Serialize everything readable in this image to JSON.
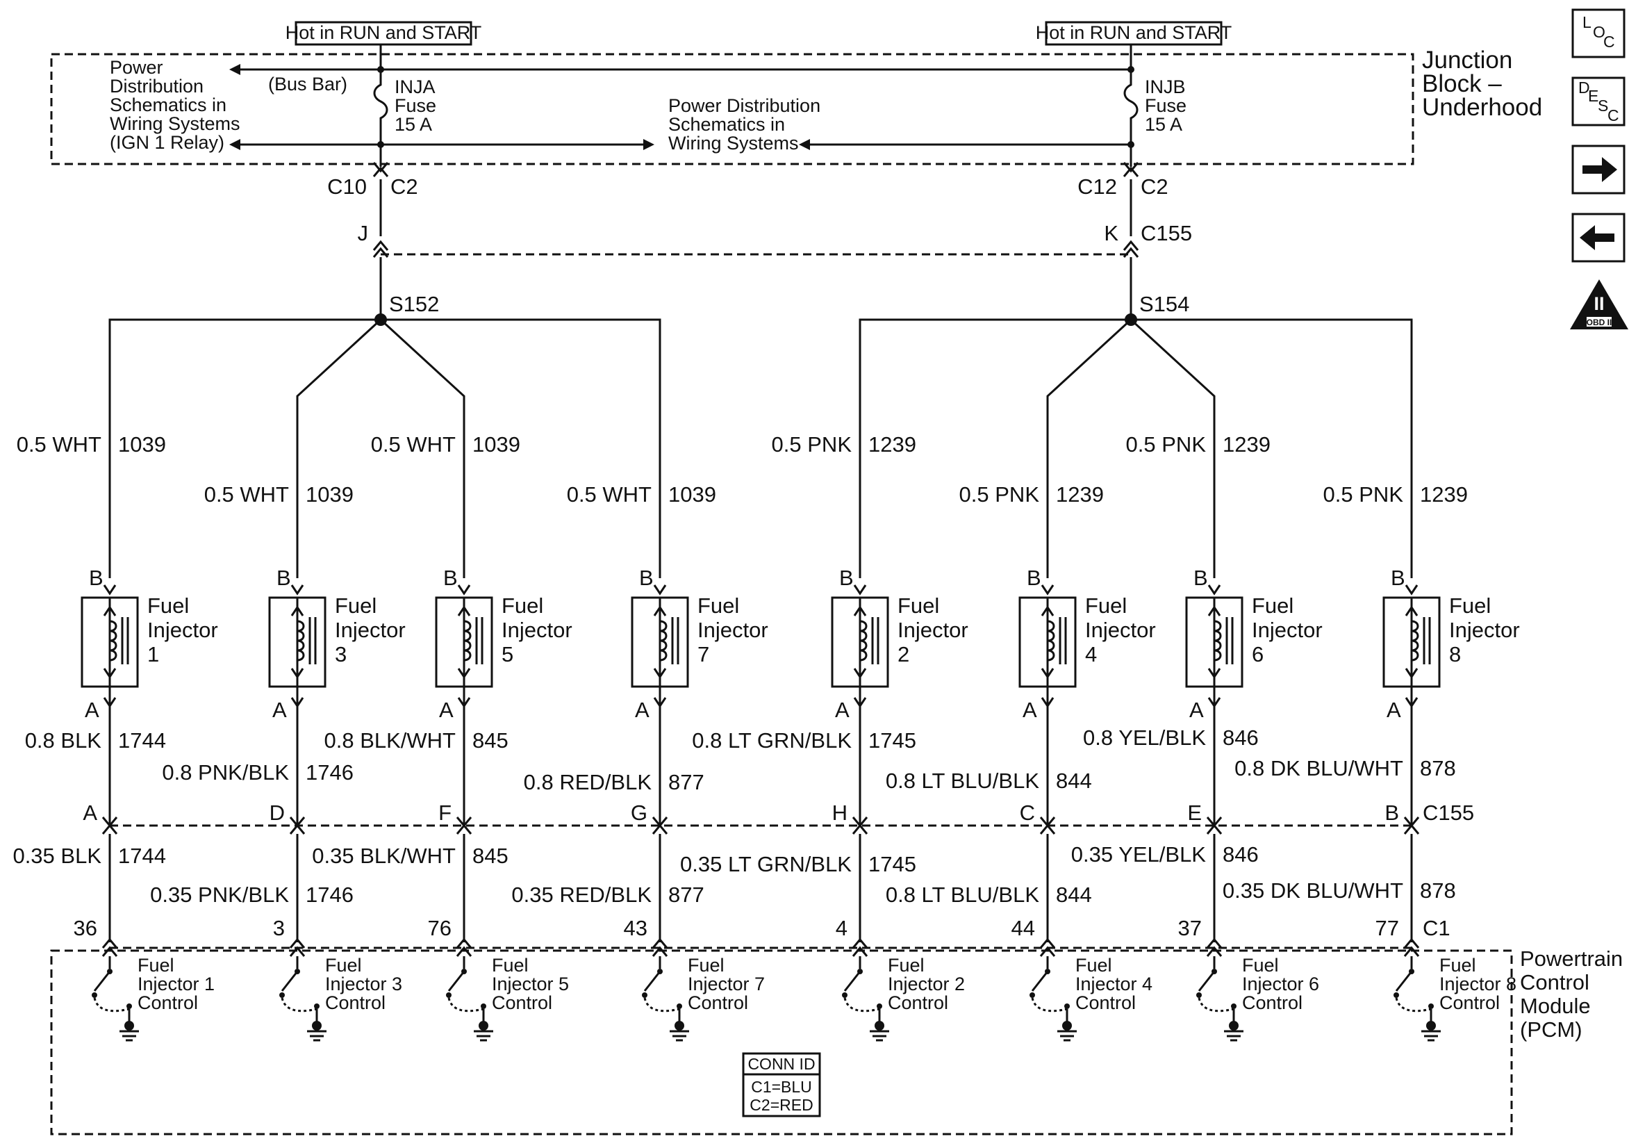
{
  "header": {
    "hot_left": "Hot in RUN and START",
    "hot_right": "Hot in RUN and START"
  },
  "junction_block": {
    "name": [
      "Junction",
      "Block –",
      "Underhood"
    ],
    "bus_bar": "(Bus Bar)",
    "power_dist_left": [
      "Power",
      "Distribution",
      "Schematics in",
      "Wiring Systems",
      "(IGN 1 Relay)"
    ],
    "power_dist_center": [
      "Power Distribution",
      "Schematics in",
      "Wiring Systems"
    ],
    "fuse_left": [
      "INJA",
      "Fuse",
      "15 A"
    ],
    "fuse_right": [
      "INJB",
      "Fuse",
      "15 A"
    ]
  },
  "connectors": {
    "c10": "C10",
    "c2_left": "C2",
    "c12": "C12",
    "c2_right": "C2",
    "j": "J",
    "k": "K",
    "c155_top": "C155",
    "c155_bottom": "C155",
    "c1": "C1"
  },
  "splices": {
    "left": "S152",
    "right": "S154"
  },
  "nav_icons": {
    "loc": "LOC",
    "desc": "DESC",
    "obd": "OBD II"
  },
  "injectors": [
    {
      "title": [
        "Fuel",
        "Injector",
        "1"
      ],
      "pin_b": "B",
      "pin_a": "A",
      "supply_wire": "0.5 WHT",
      "supply_circuit": "1039",
      "harness_wire": "0.8 BLK",
      "harness_circuit": "1744",
      "c155_pin": "A",
      "pcm_wire": "0.35 BLK",
      "pcm_circuit": "1744",
      "pcm_pin": "36",
      "pcm_label": [
        "Fuel",
        "Injector 1",
        "Control"
      ]
    },
    {
      "title": [
        "Fuel",
        "Injector",
        "3"
      ],
      "pin_b": "B",
      "pin_a": "A",
      "supply_wire": "0.5 WHT",
      "supply_circuit": "1039",
      "harness_wire": "0.8 PNK/BLK",
      "harness_circuit": "1746",
      "c155_pin": "D",
      "pcm_wire": "0.35 PNK/BLK",
      "pcm_circuit": "1746",
      "pcm_pin": "3",
      "pcm_label": [
        "Fuel",
        "Injector 3",
        "Control"
      ]
    },
    {
      "title": [
        "Fuel",
        "Injector",
        "5"
      ],
      "pin_b": "B",
      "pin_a": "A",
      "supply_wire": "0.5 WHT",
      "supply_circuit": "1039",
      "harness_wire": "0.8 BLK/WHT",
      "harness_circuit": "845",
      "c155_pin": "F",
      "pcm_wire": "0.35 BLK/WHT",
      "pcm_circuit": "845",
      "pcm_pin": "76",
      "pcm_label": [
        "Fuel",
        "Injector 5",
        "Control"
      ]
    },
    {
      "title": [
        "Fuel",
        "Injector",
        "7"
      ],
      "pin_b": "B",
      "pin_a": "A",
      "supply_wire": "0.5 WHT",
      "supply_circuit": "1039",
      "harness_wire": "0.8 RED/BLK",
      "harness_circuit": "877",
      "c155_pin": "G",
      "pcm_wire": "0.35 RED/BLK",
      "pcm_circuit": "877",
      "pcm_pin": "43",
      "pcm_label": [
        "Fuel",
        "Injector 7",
        "Control"
      ]
    },
    {
      "title": [
        "Fuel",
        "Injector",
        "2"
      ],
      "pin_b": "B",
      "pin_a": "A",
      "supply_wire": "0.5 PNK",
      "supply_circuit": "1239",
      "harness_wire": "0.8 LT GRN/BLK",
      "harness_circuit": "1745",
      "c155_pin": "H",
      "pcm_wire": "0.35 LT GRN/BLK",
      "pcm_circuit": "1745",
      "pcm_pin": "4",
      "pcm_label": [
        "Fuel",
        "Injector 2",
        "Control"
      ]
    },
    {
      "title": [
        "Fuel",
        "Injector",
        "4"
      ],
      "pin_b": "B",
      "pin_a": "A",
      "supply_wire": "0.5 PNK",
      "supply_circuit": "1239",
      "harness_wire": "0.8 LT BLU/BLK",
      "harness_circuit": "844",
      "c155_pin": "C",
      "pcm_wire": "0.8 LT BLU/BLK",
      "pcm_circuit": "844",
      "pcm_pin": "44",
      "pcm_label": [
        "Fuel",
        "Injector 4",
        "Control"
      ]
    },
    {
      "title": [
        "Fuel",
        "Injector",
        "6"
      ],
      "pin_b": "B",
      "pin_a": "A",
      "supply_wire": "0.5 PNK",
      "supply_circuit": "1239",
      "harness_wire": "0.8 YEL/BLK",
      "harness_circuit": "846",
      "c155_pin": "E",
      "pcm_wire": "0.35 YEL/BLK",
      "pcm_circuit": "846",
      "pcm_pin": "37",
      "pcm_label": [
        "Fuel",
        "Injector 6",
        "Control"
      ]
    },
    {
      "title": [
        "Fuel",
        "Injector",
        "8"
      ],
      "pin_b": "B",
      "pin_a": "A",
      "supply_wire": "0.5 PNK",
      "supply_circuit": "1239",
      "harness_wire": "0.8 DK BLU/WHT",
      "harness_circuit": "878",
      "c155_pin": "B",
      "pcm_wire": "0.35 DK BLU/WHT",
      "pcm_circuit": "878",
      "pcm_pin": "77",
      "pcm_label": [
        "Fuel",
        "Injector 8",
        "Control"
      ]
    }
  ],
  "pcm": {
    "name": [
      "Powertrain",
      "Control",
      "Module",
      "(PCM)"
    ],
    "conn_id_title": "CONN ID",
    "conn_id_lines": [
      "C1=BLU",
      "C2=RED"
    ]
  }
}
